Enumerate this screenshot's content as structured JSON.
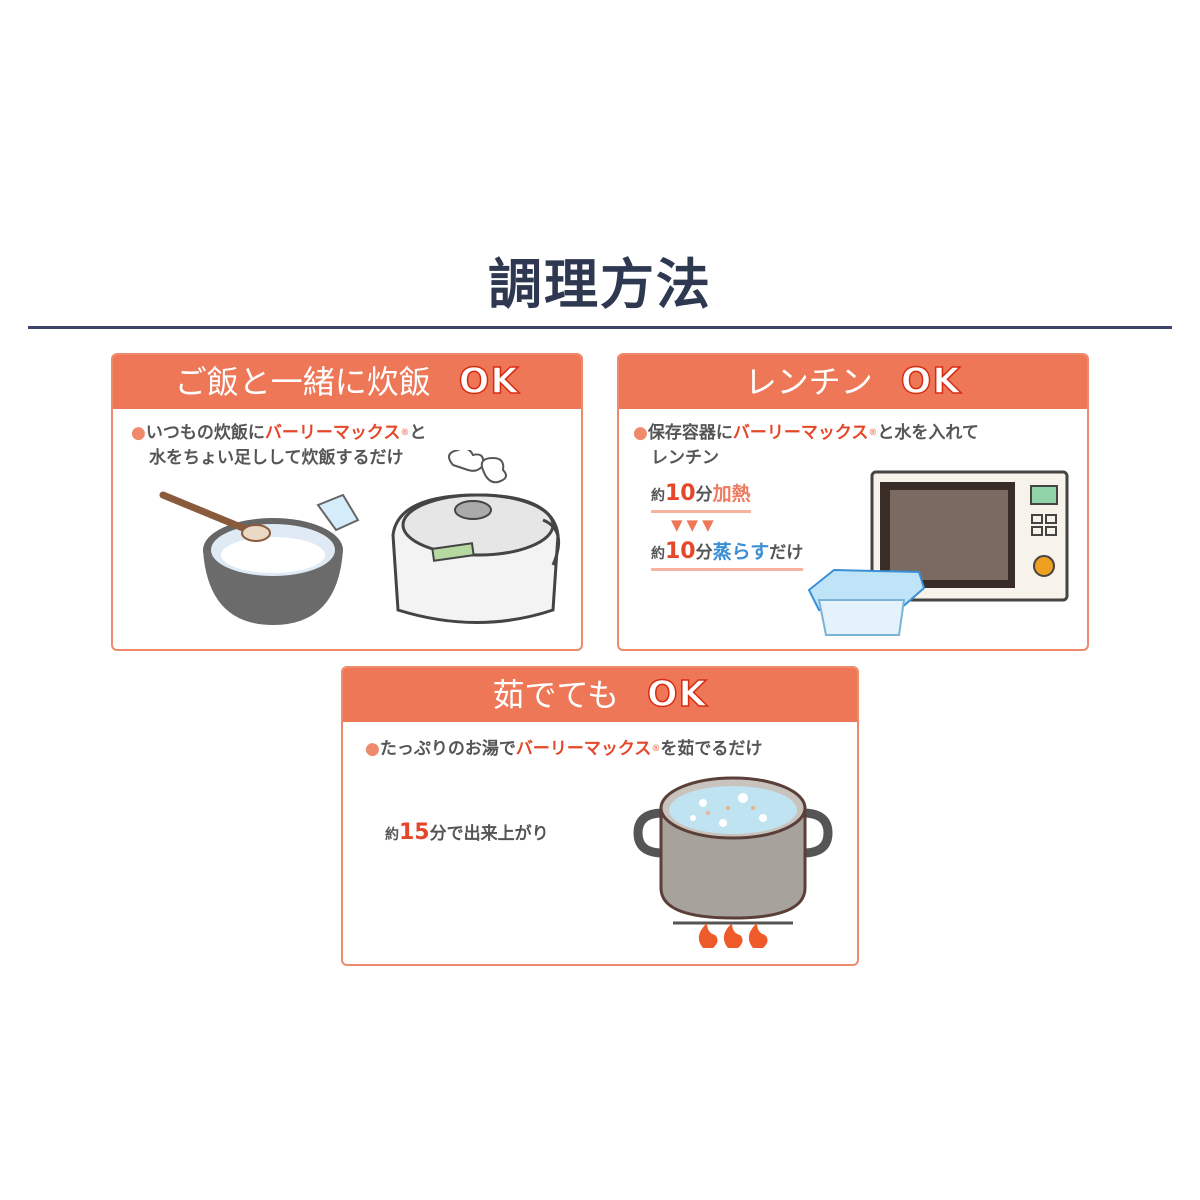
{
  "title": "調理方法",
  "cards": [
    {
      "heading": "ご飯と一緒に炊飯",
      "ok": "OK",
      "line1_pre": "いつもの炊飯に",
      "product": "バーリーマックス",
      "reg": "®",
      "line1_post": "と",
      "line2": "水をちょい足しして炊飯するだけ"
    },
    {
      "heading": "レンチン",
      "ok": "OK",
      "line1_pre": "保存容器に",
      "product": "バーリーマックス",
      "reg": "®",
      "line1_post": "と水を入れて",
      "line2": "レンチン",
      "step1": {
        "prefix": "約",
        "num": "10",
        "unit": "分",
        "action": "加熱"
      },
      "arrows": "▼▼▼",
      "step2": {
        "prefix": "約",
        "num": "10",
        "unit": "分",
        "action": "蒸らす",
        "suffix": "だけ"
      }
    },
    {
      "heading": "茹でても",
      "ok": "OK",
      "line1_pre": "たっぷりのお湯で",
      "product": "バーリーマックス",
      "reg": "®",
      "line1_post": "を茹でるだけ",
      "time": {
        "prefix": "約",
        "num": "15",
        "suffix": "分で出来上がり"
      }
    }
  ],
  "colors": {
    "header": "#ee7758",
    "accent": "#e4472a",
    "title": "#2e3850",
    "blue": "#3a8fd6"
  }
}
